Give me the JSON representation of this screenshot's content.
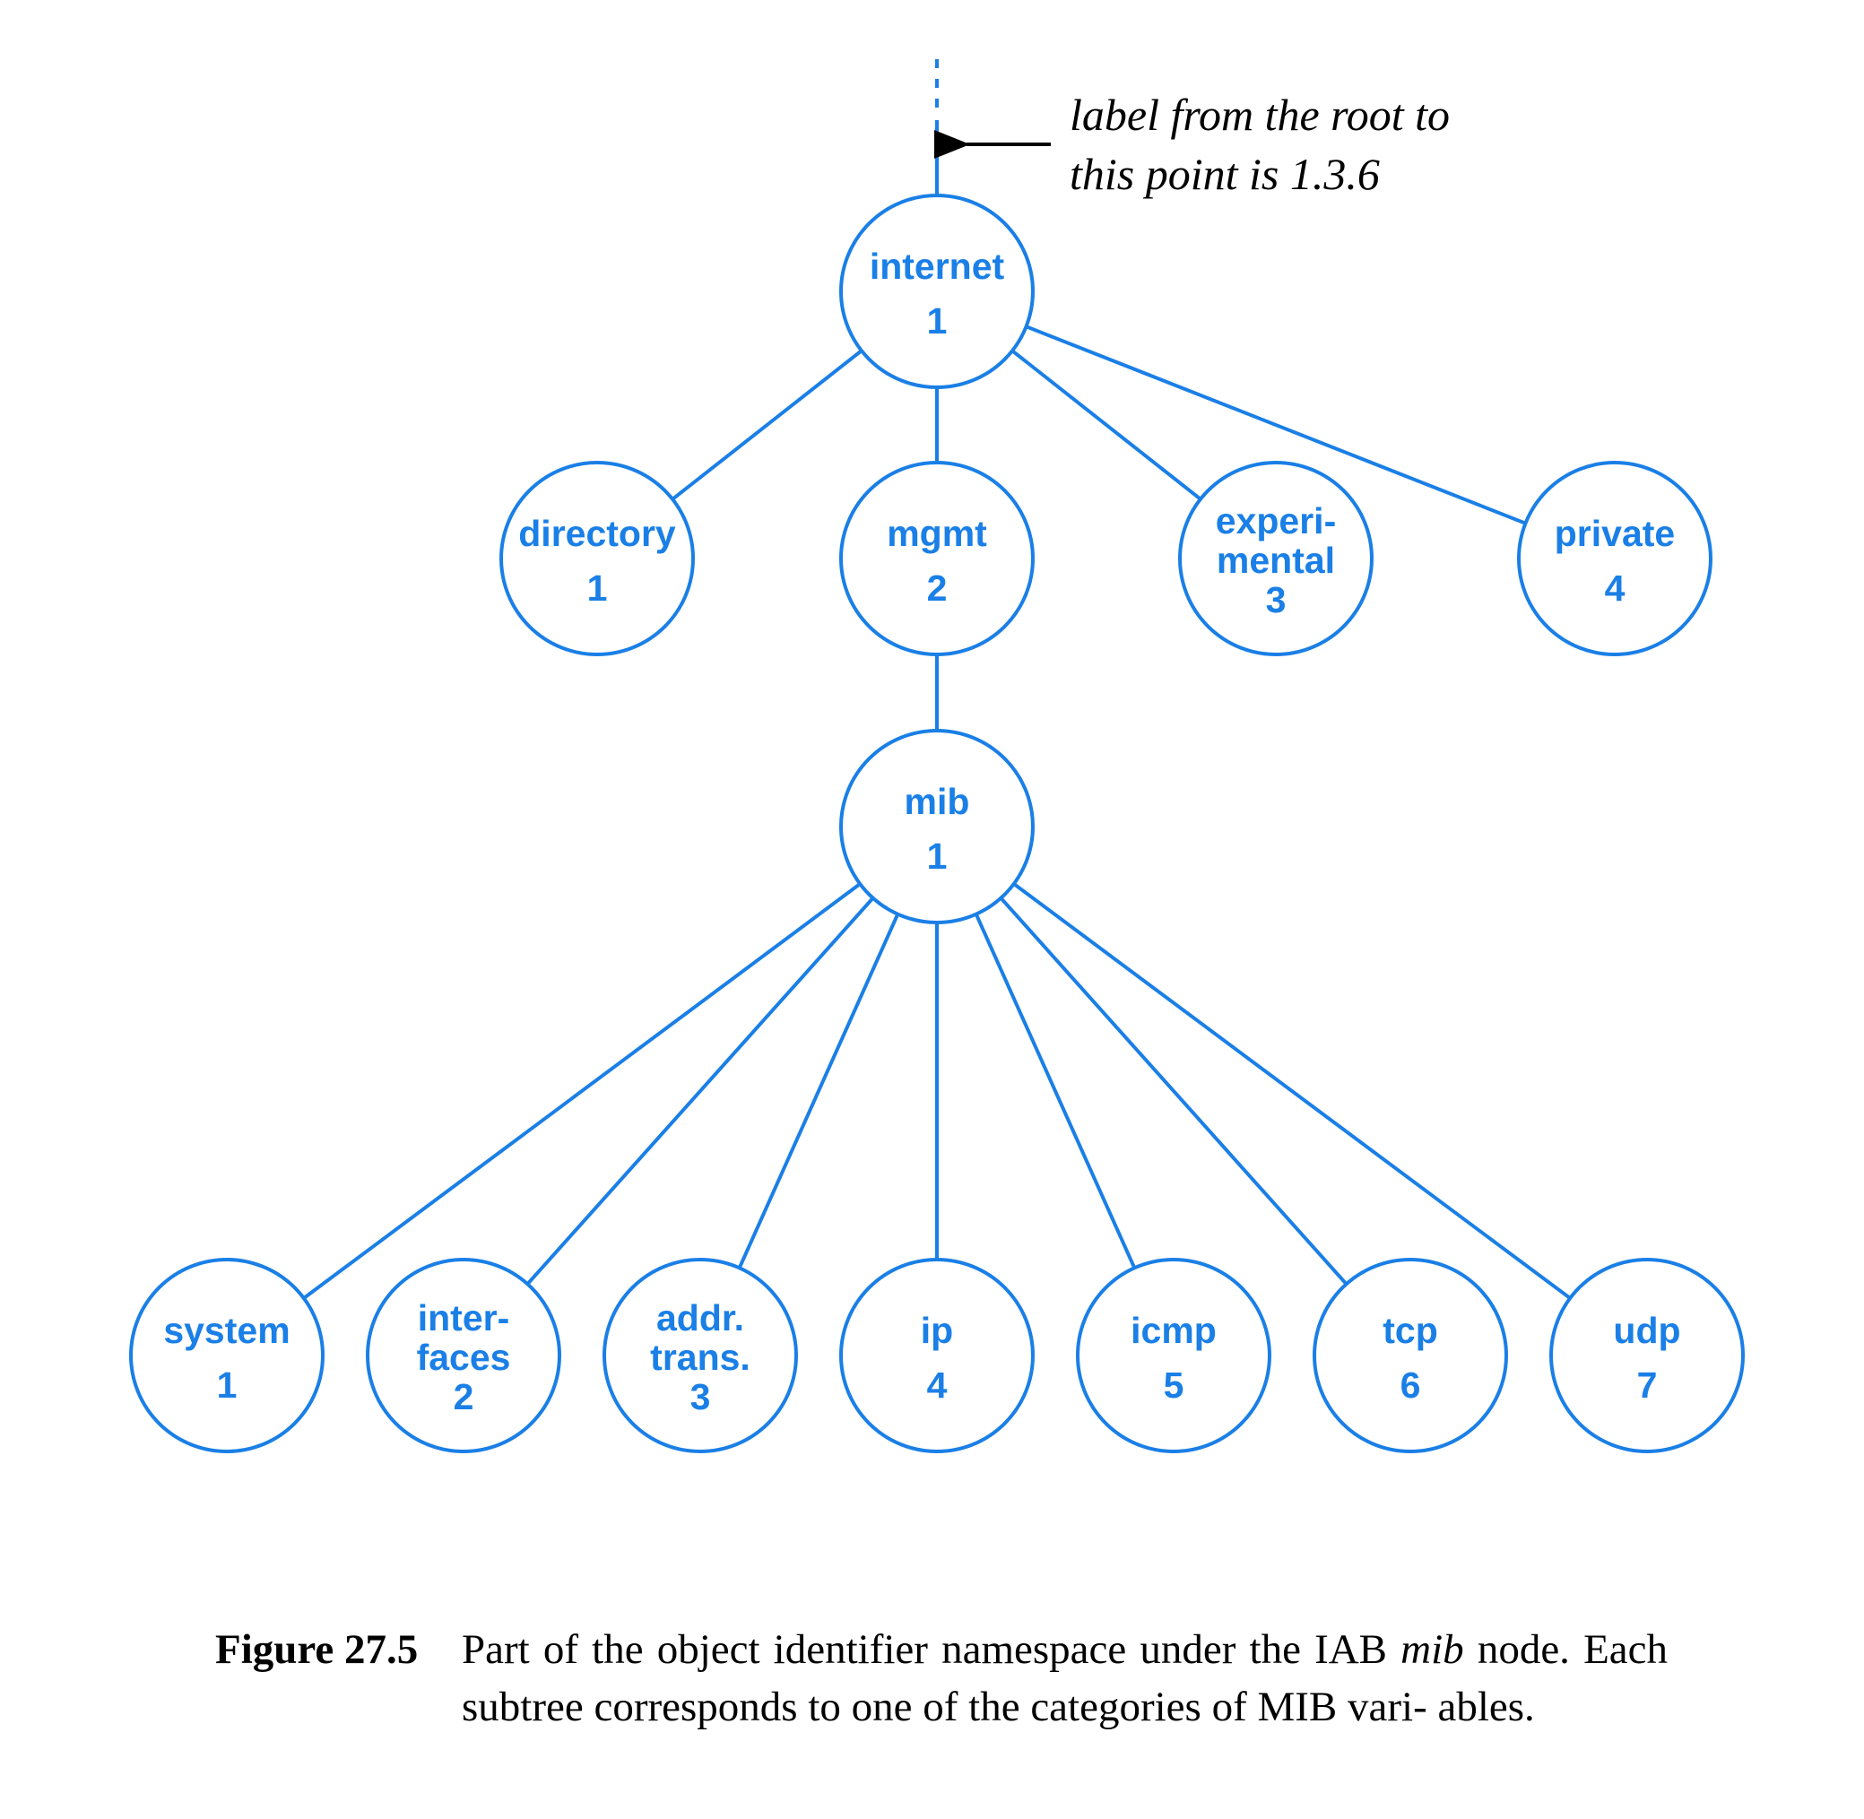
{
  "annotation": {
    "line1": "label from the root to",
    "line2": "this point is 1.3.6"
  },
  "colors": {
    "diagram": "#1a7fe6"
  },
  "nodes": [
    {
      "id": "internet",
      "label": [
        "internet"
      ],
      "number": "1"
    },
    {
      "id": "directory",
      "label": [
        "directory"
      ],
      "number": "1"
    },
    {
      "id": "mgmt",
      "label": [
        "mgmt"
      ],
      "number": "2"
    },
    {
      "id": "experimental",
      "label": [
        "experi-",
        "mental"
      ],
      "number": "3"
    },
    {
      "id": "private",
      "label": [
        "private"
      ],
      "number": "4"
    },
    {
      "id": "mib",
      "label": [
        "mib"
      ],
      "number": "1"
    },
    {
      "id": "system",
      "label": [
        "system"
      ],
      "number": "1"
    },
    {
      "id": "interfaces",
      "label": [
        "inter-",
        "faces"
      ],
      "number": "2"
    },
    {
      "id": "addr-trans",
      "label": [
        "addr.",
        "trans."
      ],
      "number": "3"
    },
    {
      "id": "ip",
      "label": [
        "ip"
      ],
      "number": "4"
    },
    {
      "id": "icmp",
      "label": [
        "icmp"
      ],
      "number": "5"
    },
    {
      "id": "tcp",
      "label": [
        "tcp"
      ],
      "number": "6"
    },
    {
      "id": "udp",
      "label": [
        "udp"
      ],
      "number": "7"
    }
  ],
  "edges": [
    [
      "internet",
      "directory"
    ],
    [
      "internet",
      "mgmt"
    ],
    [
      "internet",
      "experimental"
    ],
    [
      "internet",
      "private"
    ],
    [
      "mgmt",
      "mib"
    ],
    [
      "mib",
      "system"
    ],
    [
      "mib",
      "interfaces"
    ],
    [
      "mib",
      "addr-trans"
    ],
    [
      "mib",
      "ip"
    ],
    [
      "mib",
      "icmp"
    ],
    [
      "mib",
      "tcp"
    ],
    [
      "mib",
      "udp"
    ]
  ],
  "caption": {
    "label": "Figure 27.5",
    "text_before": "Part of the object identifier namespace under the IAB",
    "emphasis": "mib",
    "text_after": "node. Each subtree corresponds to one of the categories of MIB vari- ables."
  }
}
